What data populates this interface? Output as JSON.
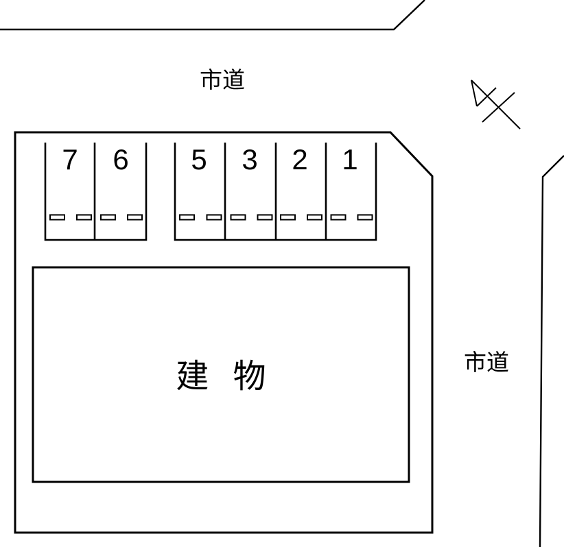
{
  "diagram": {
    "type": "parking-site-plan",
    "road_label_top": "市道",
    "road_label_right": "市道",
    "building_label": "建 物",
    "north_arrow_icon": "north-arrow",
    "parking": {
      "stalls": [
        {
          "label": "7"
        },
        {
          "label": "6"
        },
        {
          "label": "5"
        },
        {
          "label": "3"
        },
        {
          "label": "2"
        },
        {
          "label": "1"
        }
      ]
    },
    "colors": {
      "line": "#000000",
      "text": "#000000",
      "background": "#ffffff"
    }
  }
}
